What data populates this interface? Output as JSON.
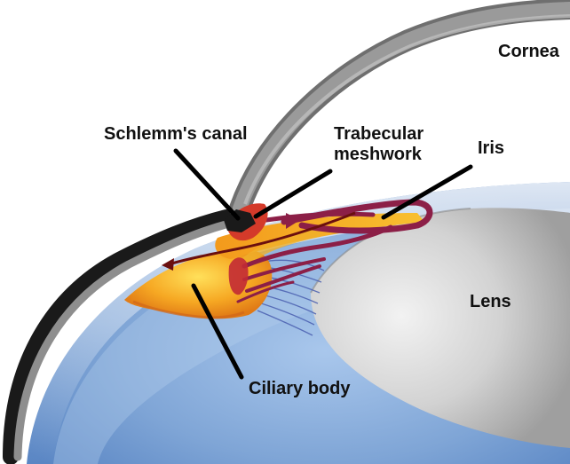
{
  "labels": {
    "cornea": "Cornea",
    "schlemm": "Schlemm's canal",
    "trabecular_line1": "Trabecular",
    "trabecular_line2": "meshwork",
    "iris": "Iris",
    "lens": "Lens",
    "ciliary": "Ciliary body"
  },
  "colors": {
    "background": "#ffffff",
    "sclera": "#8e8e8e",
    "sclera_edge": "#1a1a1a",
    "aqueous": "#7fa5d6",
    "lens": "#cfcfcf",
    "ciliary_body": "#f2a21e",
    "iris": "#8c1f47",
    "schlemm_canal": "#d43a2a",
    "pointer": "#000000"
  }
}
